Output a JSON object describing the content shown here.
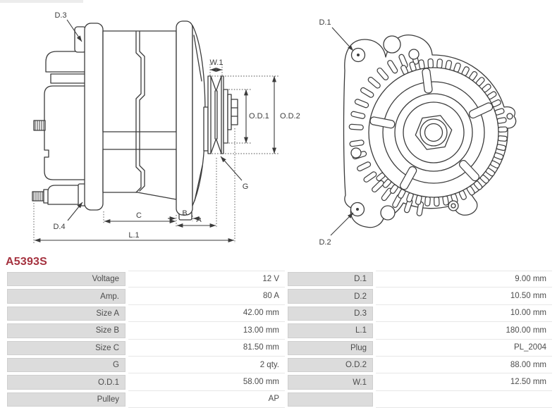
{
  "page": {
    "part_number": "A5393S"
  },
  "colors": {
    "accent_red": "#a5323f",
    "line_color": "#3b3b3b",
    "table_label_bg": "#dcdcdc"
  },
  "diagram": {
    "side_view": {
      "labels": {
        "d3": "D.3",
        "d4": "D.4",
        "w1": "W.1",
        "od1": "O.D.1",
        "od2": "O.D.2",
        "g": "G",
        "c": "C",
        "b": "B",
        "a": "A",
        "l1": "L.1"
      }
    },
    "front_view": {
      "labels": {
        "d1": "D.1",
        "d2": "D.2"
      }
    }
  },
  "specs": {
    "rows": [
      {
        "label1": "Voltage",
        "value1": "12 V",
        "label2": "D.1",
        "value2": "9.00 mm"
      },
      {
        "label1": "Amp.",
        "value1": "80 A",
        "label2": "D.2",
        "value2": "10.50 mm"
      },
      {
        "label1": "Size A",
        "value1": "42.00 mm",
        "label2": "D.3",
        "value2": "10.00 mm"
      },
      {
        "label1": "Size B",
        "value1": "13.00 mm",
        "label2": "L.1",
        "value2": "180.00 mm"
      },
      {
        "label1": "Size C",
        "value1": "81.50 mm",
        "label2": "Plug",
        "value2": "PL_2004"
      },
      {
        "label1": "G",
        "value1": "2 qty.",
        "label2": "O.D.2",
        "value2": "88.00 mm"
      },
      {
        "label1": "O.D.1",
        "value1": "58.00 mm",
        "label2": "W.1",
        "value2": "12.50 mm"
      },
      {
        "label1": "Pulley",
        "value1": "AP",
        "label2": "",
        "value2": ""
      }
    ]
  }
}
